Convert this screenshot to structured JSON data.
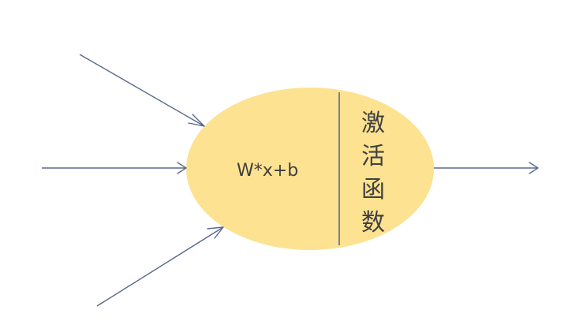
{
  "diagram": {
    "formula": "W*x+b",
    "activation_label": [
      "激",
      "活",
      "函",
      "数"
    ],
    "colors": {
      "node_fill": "#fde291",
      "stroke": "#5a6a8c",
      "text": "#404040",
      "background": "#ffffff"
    },
    "inputs_count_visible": 3,
    "outputs_count_visible": 1
  }
}
